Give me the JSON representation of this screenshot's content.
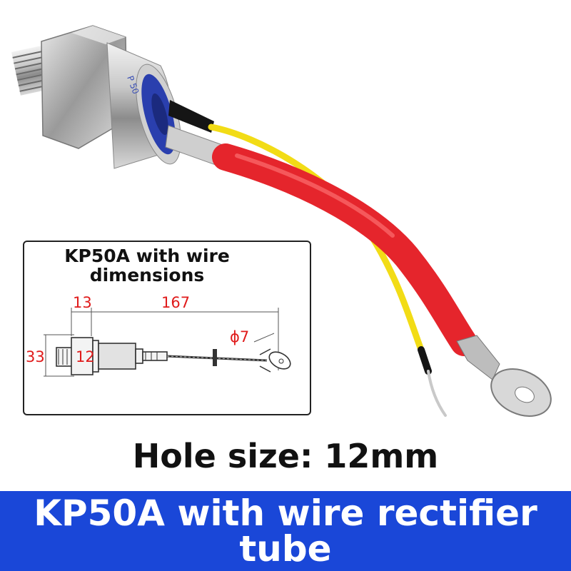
{
  "diagram": {
    "title": "KP50A with wire dimensions",
    "dim_13": "13",
    "dim_167": "167",
    "dim_33": "33",
    "dim_12": "12",
    "dim_phi7": "ϕ7"
  },
  "caption": "Hole size: 12mm",
  "banner": {
    "text": "KP50A with wire rectifier tube",
    "color": "#1a47d8"
  },
  "colors": {
    "red_wire": "#e5252c",
    "yellow_wire": "#f2dc16",
    "blue_ring": "#2a3fae"
  }
}
